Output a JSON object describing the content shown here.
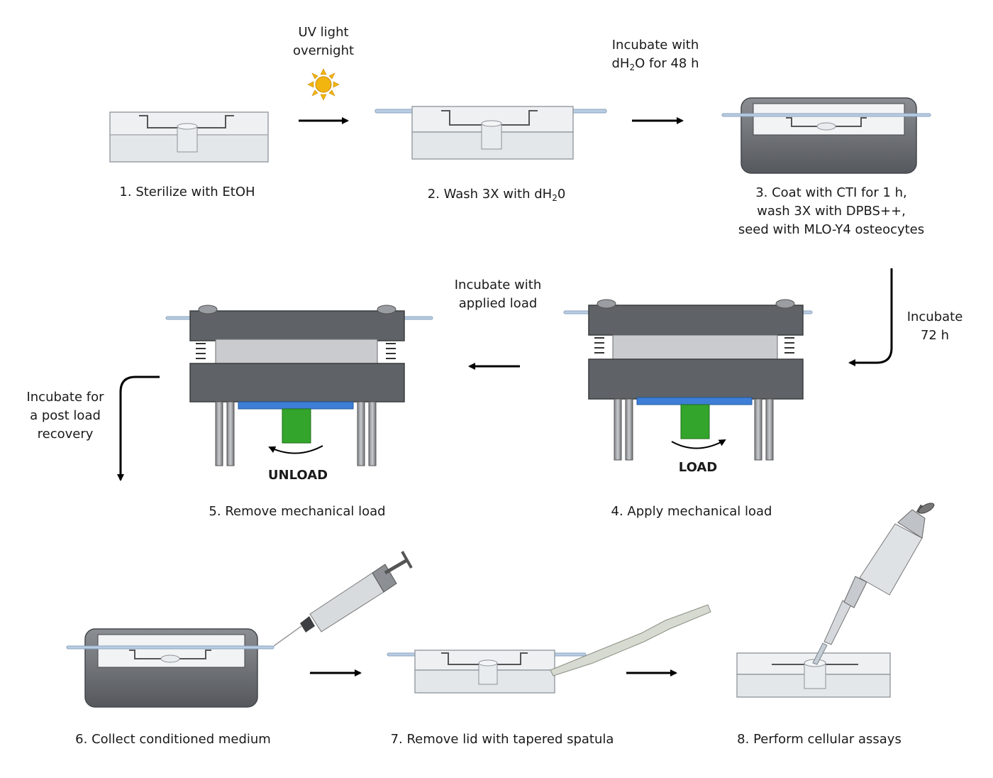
{
  "arrows": {
    "uv_light": [
      "UV  light",
      "overnight"
    ],
    "incubate_dh2o": {
      "line1": "Incubate with",
      "line2_a": "dH",
      "line2_sub": "2",
      "line2_b": "O for 48 h"
    },
    "incubate_72h": [
      "Incubate",
      "72 h"
    ],
    "incubate_load": [
      "Incubate with",
      "applied load"
    ],
    "incubate_recovery": [
      "Incubate for",
      "a post load",
      "recovery"
    ]
  },
  "steps": {
    "s1": "1. Sterilize with EtOH",
    "s2": {
      "a": "2. Wash 3X with dH",
      "sub": "2",
      "b": "0"
    },
    "s3": [
      "3. Coat with CTI for 1 h,",
      "wash 3X with DPBS++,",
      "seed with MLO-Y4 osteocytes"
    ],
    "s4": "4. Apply mechanical load",
    "s5": "5. Remove mechanical load",
    "s6": "6. Collect conditioned medium",
    "s7": "7. Remove lid with tapered spatula",
    "s8": "8. Perform cellular assays"
  },
  "actions": {
    "load": "LOAD",
    "unload": "UNLOAD"
  },
  "colors": {
    "sun": "#f2b50f",
    "clear_chip": "#e9ecef",
    "frame": "#6b6e72",
    "green_piston": "#34a52c",
    "blue_plate": "#3d7fd6",
    "tube": "#a9c3de"
  }
}
